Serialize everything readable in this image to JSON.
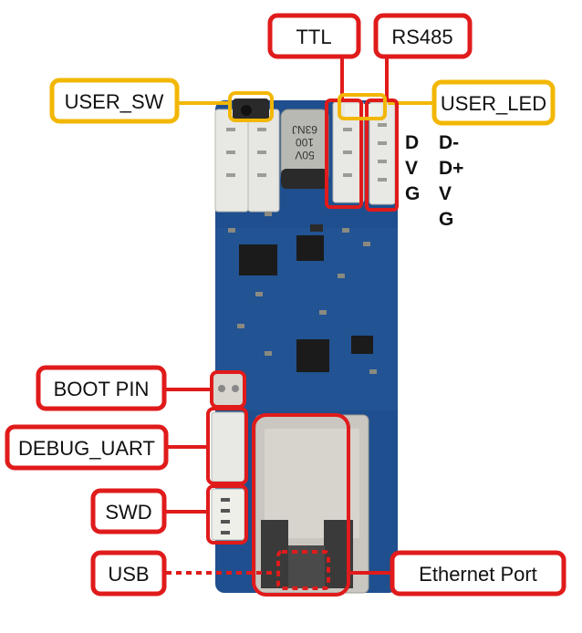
{
  "colors": {
    "red": "#e01b1b",
    "yellow": "#f2b705",
    "board": "#1f4f8e",
    "board_dark": "#163d72",
    "connector": "#e8e8e4",
    "metal": "#c9c7c0"
  },
  "labels": {
    "ttl": "TTL",
    "rs485": "RS485",
    "user_sw": "USER_SW",
    "user_led": "USER_LED",
    "boot_pin": "BOOT PIN",
    "debug_uart": "DEBUG_UART",
    "swd": "SWD",
    "usb": "USB",
    "ethernet_port": "Ethernet Port"
  },
  "ttl_pins": [
    "D",
    "V",
    "G"
  ],
  "rs485_pins": [
    "D-",
    "D+",
    "V",
    "G"
  ],
  "capacitor_text": [
    "63NJ",
    "100",
    "50V"
  ]
}
